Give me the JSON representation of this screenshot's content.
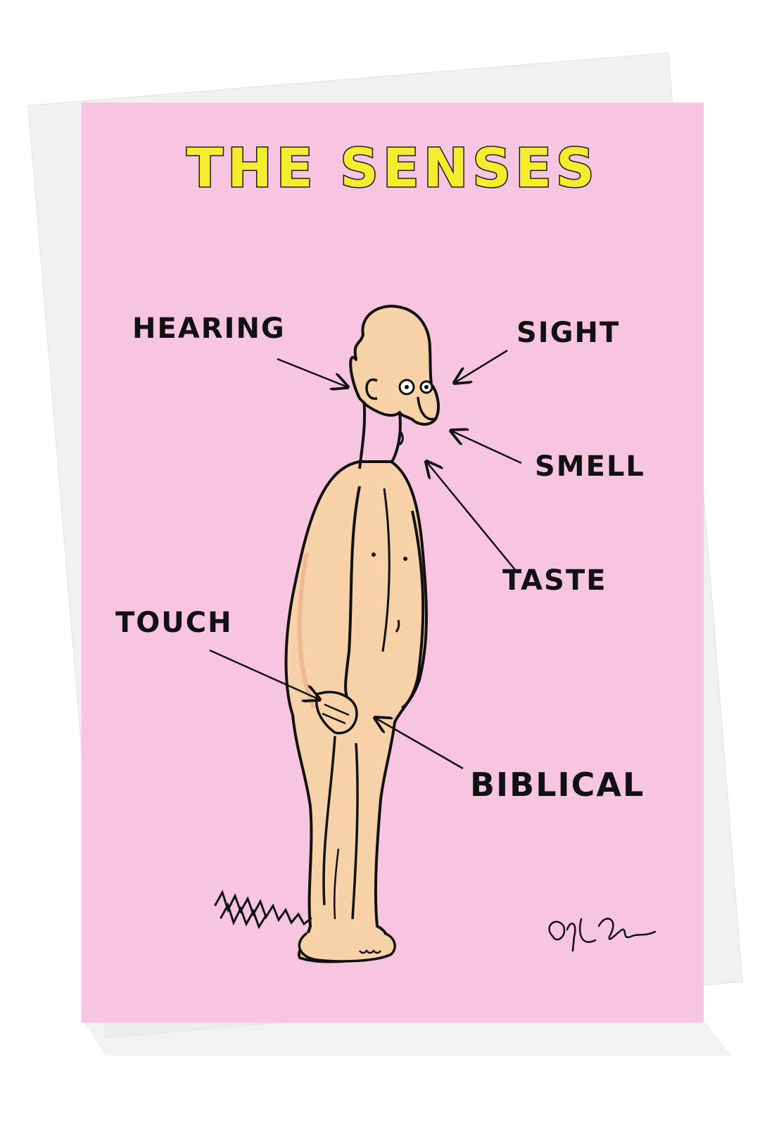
{
  "card": {
    "title": "THE SENSES",
    "background_color": "#f7c5df",
    "title_fill_color": "#f4ec2c",
    "skin_color": "#f7d2a8"
  },
  "labels": {
    "hearing": "HEARING",
    "sight": "SIGHT",
    "smell": "SMELL",
    "taste": "TASTE",
    "touch": "TOUCH",
    "biblical": "BIBLICAL"
  },
  "artwork": {
    "signature_icon": "artist-signature",
    "motion_lines_icon": "motion-lines"
  }
}
